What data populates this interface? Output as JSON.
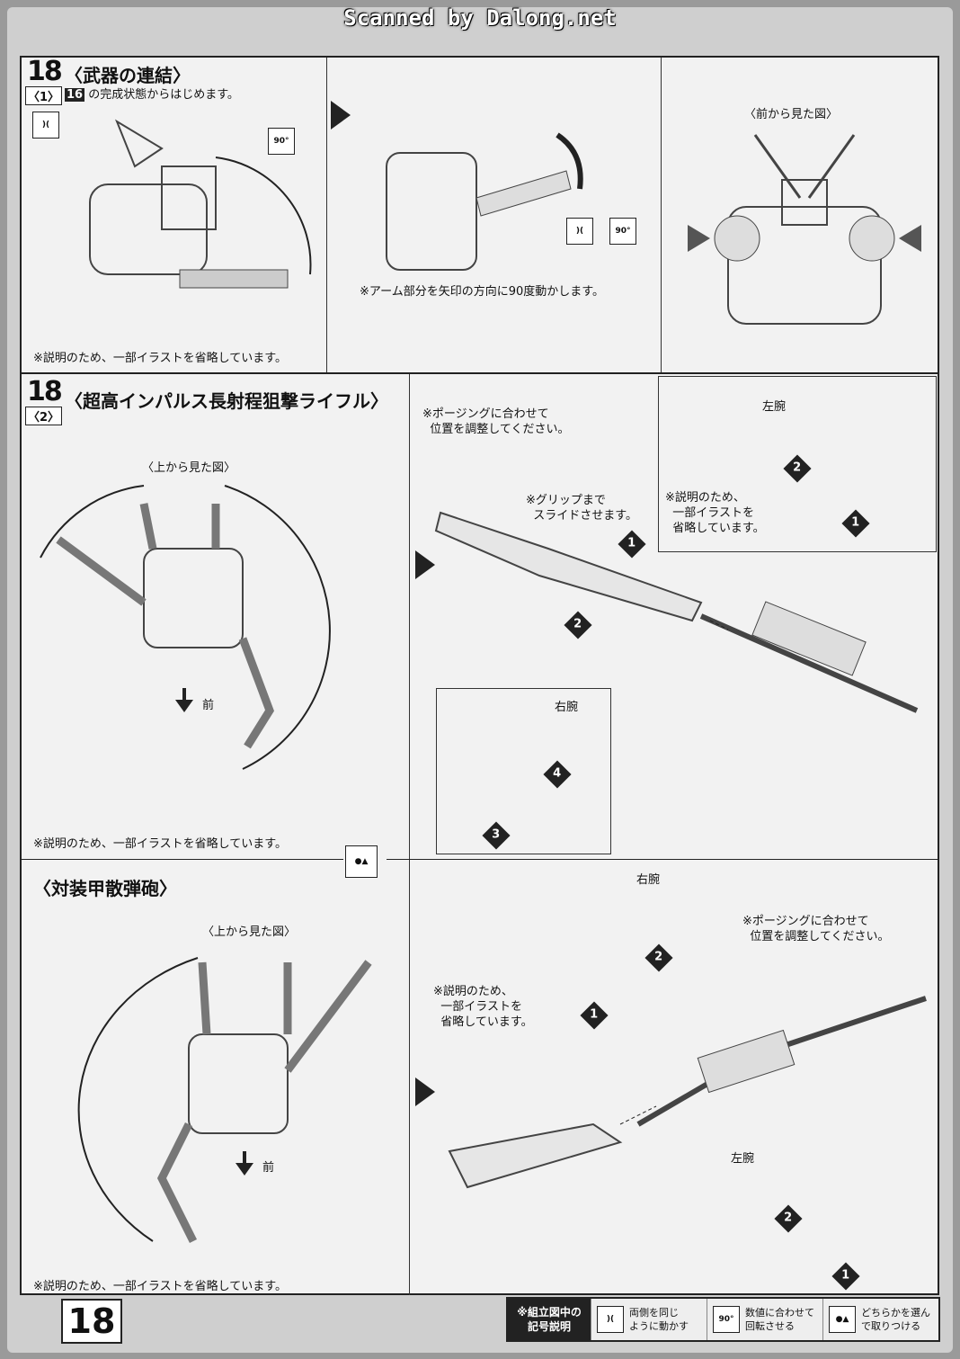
{
  "watermark": "Scanned by Dalong.net",
  "page_number": "18",
  "step1": {
    "number": "18",
    "sub": "〈1〉",
    "title": "〈武器の連結〉",
    "intro_ref": "16",
    "intro": "の完成状態からはじめます。",
    "rotate_badge": "90°",
    "omit_note": "※説明のため、一部イラストを省略しています。",
    "arm_note": "※アーム部分を矢印の方向に90度動かします。",
    "front_view": "〈前から見た図〉"
  },
  "step2": {
    "number": "18",
    "sub": "〈2〉",
    "title": "〈超高インパルス長射程狙撃ライフル〉",
    "top_view": "〈上から見た図〉",
    "front": "前",
    "omit_note": "※説明のため、一部イラストを省略しています。",
    "posing_note": "※ポージングに合わせて\n  位置を調整してください。",
    "grip_note": "※グリップまで\n  スライドさせます。",
    "omit_note_box": "※説明のため、\n  一部イラストを\n  省略しています。",
    "left_arm": "左腕",
    "right_arm": "右腕",
    "markers": [
      "1",
      "2",
      "3",
      "4"
    ]
  },
  "step3": {
    "title": "〈対装甲散弾砲〉",
    "top_view": "〈上から見た図〉",
    "front": "前",
    "omit_note": "※説明のため、一部イラストを省略しています。",
    "right_arm": "右腕",
    "left_arm": "左腕",
    "omit_note_side": "※説明のため、\n  一部イラストを\n  省略しています。",
    "posing_note": "※ポージングに合わせて\n  位置を調整してください。"
  },
  "legend": {
    "heading": "※組立図中の\n記号説明",
    "items": [
      {
        "icon": "mirror-move-icon",
        "text": "両側を同じ\nように動かす"
      },
      {
        "icon": "rotate-90-icon",
        "badge": "90°",
        "text": "数値に合わせて\n回転させる"
      },
      {
        "icon": "choose-one-icon",
        "text": "どちらかを選ん\nで取りつける"
      }
    ]
  }
}
